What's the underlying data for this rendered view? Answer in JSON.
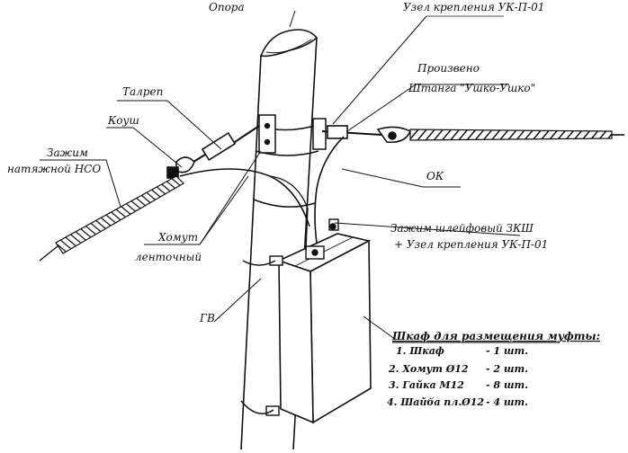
{
  "labels": {
    "pole": "Опора",
    "node_top": "Узел крепления УК-П-01",
    "proizv": "Произвено",
    "rod": "Штанга \"Ушко-Ушко\"",
    "turnbuckle": "Талреп",
    "thimble": "Коуш",
    "clamp_line1": "Зажим",
    "clamp_line2": "натяжной НСО",
    "ok": "ОК",
    "loop_clamp": "Зажим шлейфовый ЗКШ",
    "loop_node": "+ Узел крепления УК-П-01",
    "band_line1": "Хомут",
    "band_line2": "ленточный",
    "gv": "ГВ"
  },
  "spec": {
    "title": "Шкаф для размещения муфты:",
    "items": [
      {
        "name": "1. Шкаф",
        "qty": "- 1 шт."
      },
      {
        "name": "2. Хомут Ø12",
        "qty": "- 2 шт."
      },
      {
        "name": "3. Гайка М12",
        "qty": "- 8 шт."
      },
      {
        "name": "4. Шайба пл.Ø12",
        "qty": "- 4 шт."
      }
    ]
  },
  "colors": {
    "ink": "#111111",
    "paper": "#ffffff"
  }
}
